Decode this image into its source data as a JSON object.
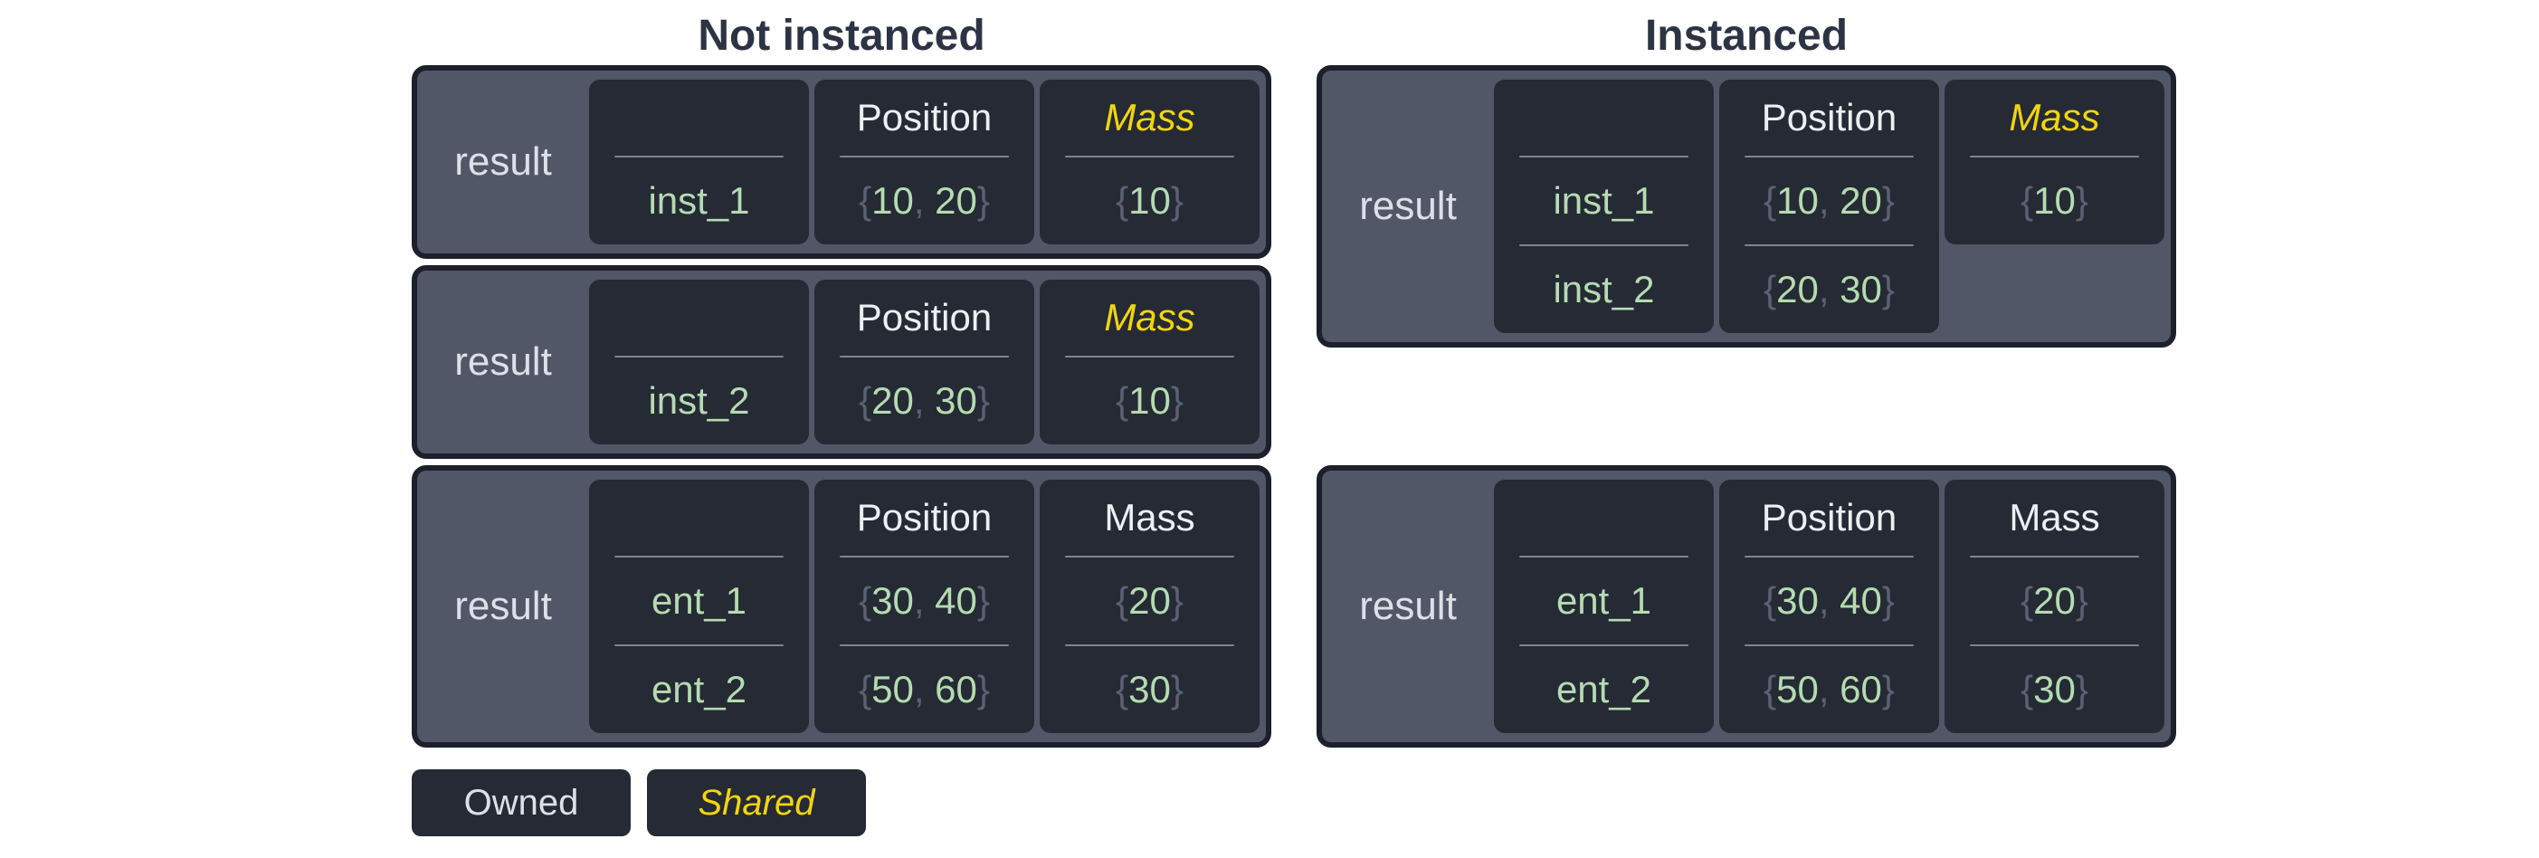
{
  "colors": {
    "title": "#2c3444",
    "border": "#1b202b",
    "slate": "#515767",
    "card": "#252a35",
    "divider": "#7e8591",
    "hdr": "#edeff2",
    "text": "#dde0e8",
    "green": "#b5dbb0",
    "brace": "#5a6173",
    "yellow": "#f2d50f"
  },
  "legend": {
    "items": [
      {
        "label": "Owned",
        "shared": false
      },
      {
        "label": "Shared",
        "shared": true
      }
    ]
  },
  "columns": [
    {
      "name": "not-instanced",
      "title": "Not instanced",
      "boxes": [
        {
          "label": "result",
          "cols": [
            {
              "header": "",
              "shared": false,
              "cells": [
                {
                  "text": "inst_1"
                }
              ]
            },
            {
              "header": "Position",
              "shared": false,
              "cells": [
                {
                  "braces": [
                    "10",
                    "20"
                  ]
                }
              ]
            },
            {
              "header": "Mass",
              "shared": true,
              "cells": [
                {
                  "braces": [
                    "10"
                  ]
                }
              ]
            }
          ]
        },
        {
          "label": "result",
          "cols": [
            {
              "header": "",
              "shared": false,
              "cells": [
                {
                  "text": "inst_2"
                }
              ]
            },
            {
              "header": "Position",
              "shared": false,
              "cells": [
                {
                  "braces": [
                    "20",
                    "30"
                  ]
                }
              ]
            },
            {
              "header": "Mass",
              "shared": true,
              "cells": [
                {
                  "braces": [
                    "10"
                  ]
                }
              ]
            }
          ]
        },
        {
          "label": "result",
          "cols": [
            {
              "header": "",
              "shared": false,
              "cells": [
                {
                  "text": "ent_1"
                },
                {
                  "text": "ent_2"
                }
              ]
            },
            {
              "header": "Position",
              "shared": false,
              "cells": [
                {
                  "braces": [
                    "30",
                    "40"
                  ]
                },
                {
                  "braces": [
                    "50",
                    "60"
                  ]
                }
              ]
            },
            {
              "header": "Mass",
              "shared": false,
              "cells": [
                {
                  "braces": [
                    "20"
                  ]
                },
                {
                  "braces": [
                    "30"
                  ]
                }
              ]
            }
          ]
        }
      ]
    },
    {
      "name": "instanced",
      "title": "Instanced",
      "boxes": [
        {
          "label": "result",
          "cols": [
            {
              "header": "",
              "shared": false,
              "cells": [
                {
                  "text": "inst_1"
                },
                {
                  "text": "inst_2"
                }
              ]
            },
            {
              "header": "Position",
              "shared": false,
              "cells": [
                {
                  "braces": [
                    "10",
                    "20"
                  ]
                },
                {
                  "braces": [
                    "20",
                    "30"
                  ]
                }
              ]
            },
            {
              "header": "Mass",
              "shared": true,
              "cells": [
                {
                  "braces": [
                    "10"
                  ]
                }
              ]
            }
          ]
        },
        {
          "label": "result",
          "cols": [
            {
              "header": "",
              "shared": false,
              "cells": [
                {
                  "text": "ent_1"
                },
                {
                  "text": "ent_2"
                }
              ]
            },
            {
              "header": "Position",
              "shared": false,
              "cells": [
                {
                  "braces": [
                    "30",
                    "40"
                  ]
                },
                {
                  "braces": [
                    "50",
                    "60"
                  ]
                }
              ]
            },
            {
              "header": "Mass",
              "shared": false,
              "cells": [
                {
                  "braces": [
                    "20"
                  ]
                },
                {
                  "braces": [
                    "30"
                  ]
                }
              ]
            }
          ]
        }
      ]
    }
  ]
}
